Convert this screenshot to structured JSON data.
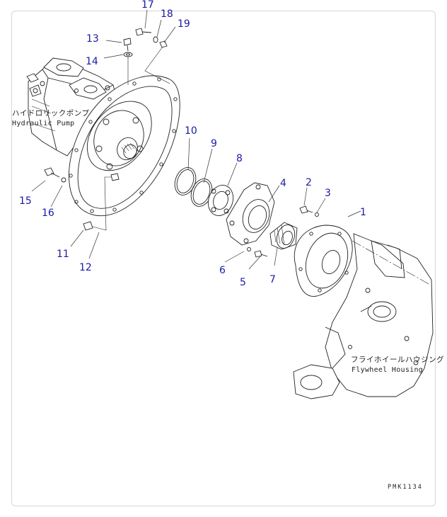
{
  "labels": {
    "hydraulic_pump_jp": "ハイドロリックポンプ",
    "hydraulic_pump_en": "Hydraulic Pump",
    "flywheel_housing_jp": "フライホイールハウジング",
    "flywheel_housing_en": "Flywheel Housing",
    "drawing_code": "PMK1134"
  },
  "callouts": [
    {
      "id": "c1",
      "text": "1"
    },
    {
      "id": "c2",
      "text": "2"
    },
    {
      "id": "c3",
      "text": "3"
    },
    {
      "id": "c4",
      "text": "4"
    },
    {
      "id": "c5",
      "text": "5"
    },
    {
      "id": "c6",
      "text": "6"
    },
    {
      "id": "c7",
      "text": "7"
    },
    {
      "id": "c8",
      "text": "8"
    },
    {
      "id": "c9",
      "text": "9"
    },
    {
      "id": "c10",
      "text": "10"
    },
    {
      "id": "c11",
      "text": "11"
    },
    {
      "id": "c12",
      "text": "12"
    },
    {
      "id": "c13",
      "text": "13"
    },
    {
      "id": "c14",
      "text": "14"
    },
    {
      "id": "c15",
      "text": "15"
    },
    {
      "id": "c16",
      "text": "16"
    },
    {
      "id": "c17",
      "text": "17"
    },
    {
      "id": "c18",
      "text": "18"
    },
    {
      "id": "c19",
      "text": "19"
    }
  ],
  "colors": {
    "callout": "#1a1aa6",
    "line": "#222222",
    "frame_border": "#d6d6d6"
  }
}
